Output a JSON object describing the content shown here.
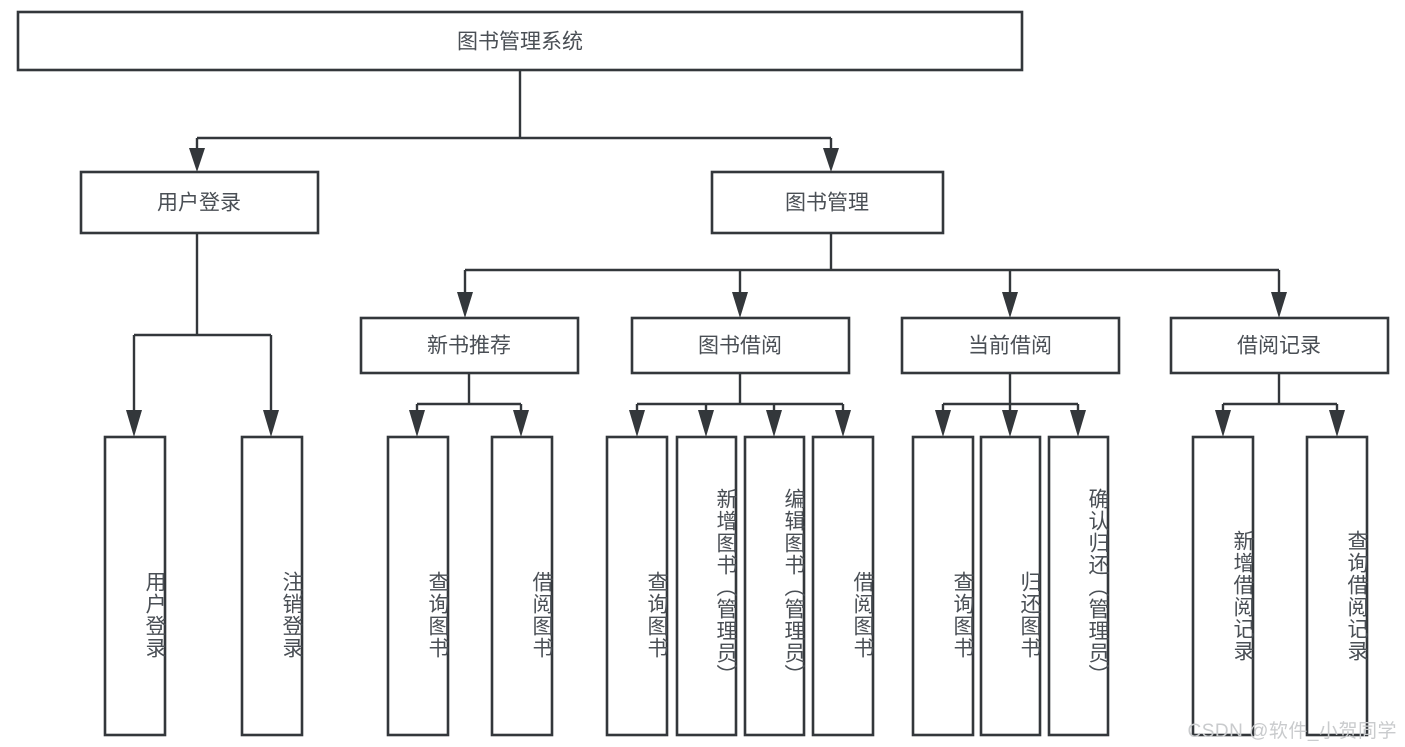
{
  "diagram": {
    "type": "tree",
    "title": "图书管理系统",
    "orientation": "top-down",
    "background_color": "#ffffff",
    "line_color": "#33373b",
    "text_color": "#4a4f55",
    "root": {
      "id": "root",
      "label": "图书管理系统",
      "level": 0
    },
    "level2": [
      {
        "id": "user-login",
        "label": "用户登录",
        "level": 1
      },
      {
        "id": "book-manage",
        "label": "图书管理",
        "level": 1
      }
    ],
    "level3": [
      {
        "id": "new-book-recommend",
        "label": "新书推荐",
        "level": 2,
        "parent": "book-manage"
      },
      {
        "id": "book-borrow",
        "label": "图书借阅",
        "level": 2,
        "parent": "book-manage"
      },
      {
        "id": "current-borrow",
        "label": "当前借阅",
        "level": 2,
        "parent": "book-manage"
      },
      {
        "id": "borrow-record",
        "label": "借阅记录",
        "level": 2,
        "parent": "book-manage"
      }
    ],
    "leaves": [
      {
        "id": "leaf-user-login",
        "label": "用户登录",
        "parent": "user-login"
      },
      {
        "id": "leaf-logout-login",
        "label": "注销登录",
        "parent": "user-login"
      },
      {
        "id": "leaf-query-book-1",
        "label": "查询图书",
        "parent": "new-book-recommend"
      },
      {
        "id": "leaf-borrow-book-1",
        "label": "借阅图书",
        "parent": "new-book-recommend"
      },
      {
        "id": "leaf-query-book-2",
        "label": "查询图书",
        "parent": "book-borrow"
      },
      {
        "id": "leaf-add-book",
        "label": "新增图书（管理员）",
        "parent": "book-borrow"
      },
      {
        "id": "leaf-edit-book",
        "label": "编辑图书（管理员）",
        "parent": "book-borrow"
      },
      {
        "id": "leaf-borrow-book-2",
        "label": "借阅图书",
        "parent": "book-borrow"
      },
      {
        "id": "leaf-query-book-3",
        "label": "查询图书",
        "parent": "current-borrow"
      },
      {
        "id": "leaf-return-book",
        "label": "归还图书",
        "parent": "current-borrow"
      },
      {
        "id": "leaf-confirm-return",
        "label": "确认归还（管理员）",
        "parent": "current-borrow"
      },
      {
        "id": "leaf-add-record",
        "label": "新增借阅记录",
        "parent": "borrow-record"
      },
      {
        "id": "leaf-query-record",
        "label": "查询借阅记录",
        "parent": "borrow-record"
      }
    ]
  },
  "watermark": {
    "text": "CSDN @软件_小贺同学"
  }
}
